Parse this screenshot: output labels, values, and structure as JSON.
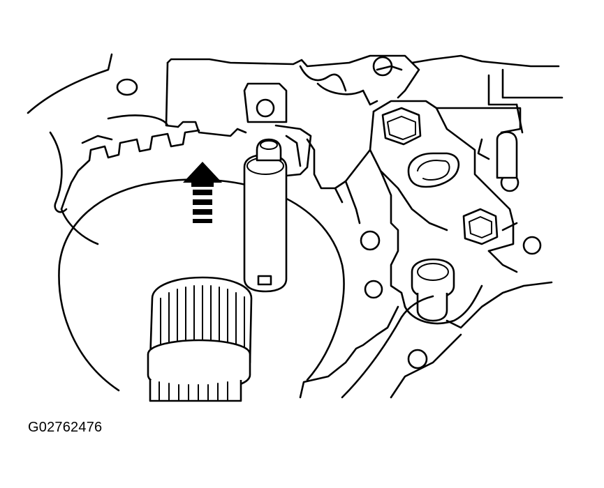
{
  "figure": {
    "id_label": "G02762476",
    "description_icon": "transmission-valve-body-pin-removal-diagram"
  },
  "arrow": {
    "direction": "up"
  }
}
